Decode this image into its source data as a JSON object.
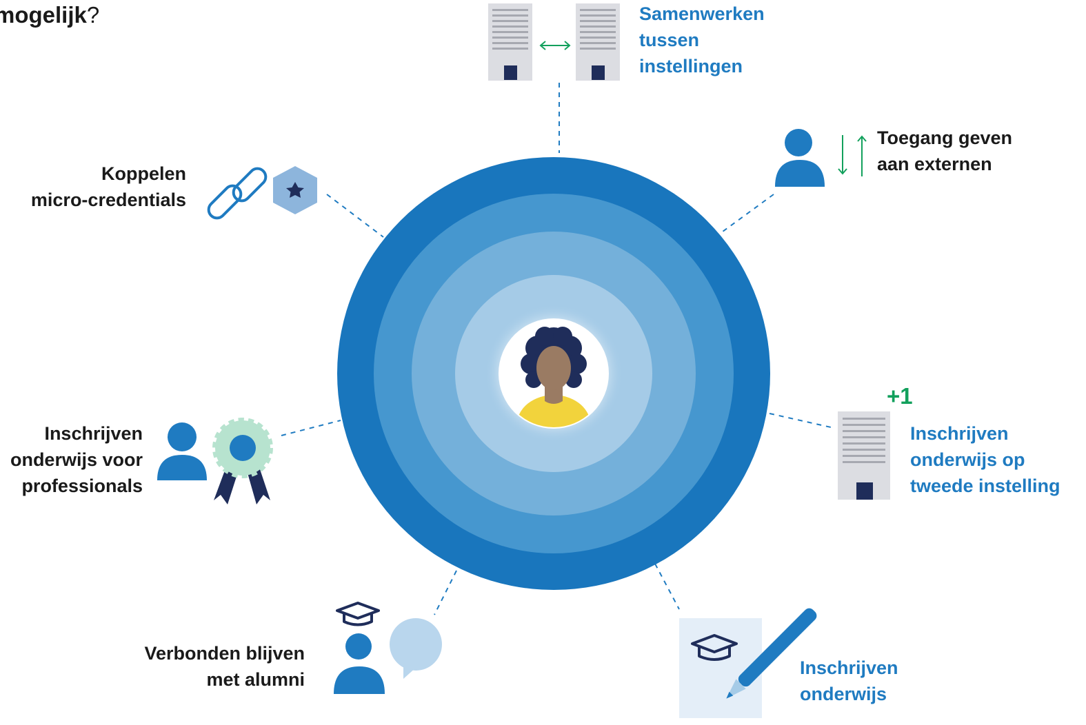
{
  "title": {
    "bold": "mogelijk",
    "rest": "?"
  },
  "colors": {
    "accent_blue": "#1f7bc1",
    "dark_navy": "#1f2d5a",
    "green_arrow": "#12a05c",
    "ring_1": "#1976bd",
    "ring_2": "#4697cf",
    "ring_3": "#74b0da",
    "ring_4": "#a5cbe7"
  },
  "nodes": {
    "samenwerken": {
      "lines": [
        "Samenwerken",
        "tussen",
        "instellingen"
      ],
      "icon": "buildings-exchange-icon"
    },
    "toegang": {
      "lines": [
        "Toegang geven",
        "aan externen"
      ],
      "icon": "person-updown-icon"
    },
    "tweede": {
      "plus": "+1",
      "lines": [
        "Inschrijven",
        "onderwijs op",
        "tweede instelling"
      ],
      "icon": "building-icon"
    },
    "onderwijs": {
      "lines": [
        "Inschrijven",
        "onderwijs"
      ],
      "icon": "pencil-graduation-icon"
    },
    "alumni": {
      "lines": [
        "Verbonden blijven",
        "met alumni"
      ],
      "icon": "graduate-chat-icon"
    },
    "professionals": {
      "lines": [
        "Inschrijven",
        "onderwijs voor",
        "professionals"
      ],
      "icon": "person-award-icon"
    },
    "micro": {
      "lines": [
        "Koppelen",
        "micro-credentials"
      ],
      "icon": "link-badge-icon"
    }
  },
  "center": {
    "icon": "student-avatar-icon"
  }
}
